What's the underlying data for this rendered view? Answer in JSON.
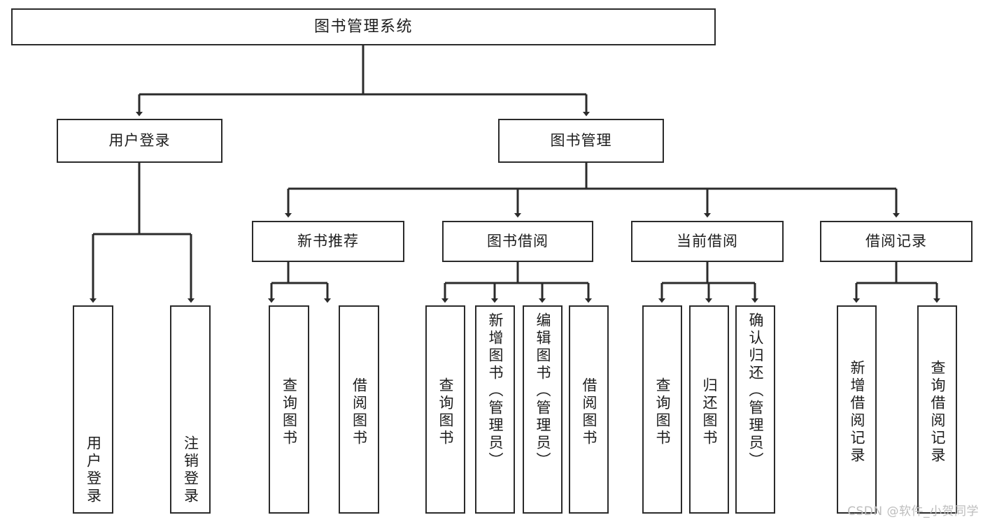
{
  "diagram": {
    "title": "图书管理系统",
    "type": "tree",
    "orientation": "top-down",
    "stroke_color": "#2b2b2b",
    "fill_color": "#ffffff",
    "text_color": "#1d1d1d"
  },
  "nodes": {
    "root": {
      "label": "图书管理系统"
    },
    "tier1": [
      {
        "label": "用户登录"
      },
      {
        "label": "图书管理"
      }
    ],
    "tier2": [
      {
        "label": "新书推荐"
      },
      {
        "label": "图书借阅"
      },
      {
        "label": "当前借阅"
      },
      {
        "label": "借阅记录"
      }
    ],
    "leaves_user_login": [
      {
        "label": "用户登录"
      },
      {
        "label": "注销登录"
      }
    ],
    "leaves_new_book": [
      {
        "label": "查询图书"
      },
      {
        "label": "借阅图书"
      }
    ],
    "leaves_borrow": [
      {
        "label": "查询图书"
      },
      {
        "label": "新增图书（管理员）"
      },
      {
        "label": "编辑图书（管理员）"
      },
      {
        "label": "借阅图书"
      }
    ],
    "leaves_current": [
      {
        "label": "查询图书"
      },
      {
        "label": "归还图书"
      },
      {
        "label": "确认归还（管理员）"
      }
    ],
    "leaves_record": [
      {
        "label": "新增借阅记录"
      },
      {
        "label": "查询借阅记录"
      }
    ]
  },
  "watermark": {
    "text": "CSDN @软件_小贺同学",
    "color": "#bdbdbd"
  }
}
